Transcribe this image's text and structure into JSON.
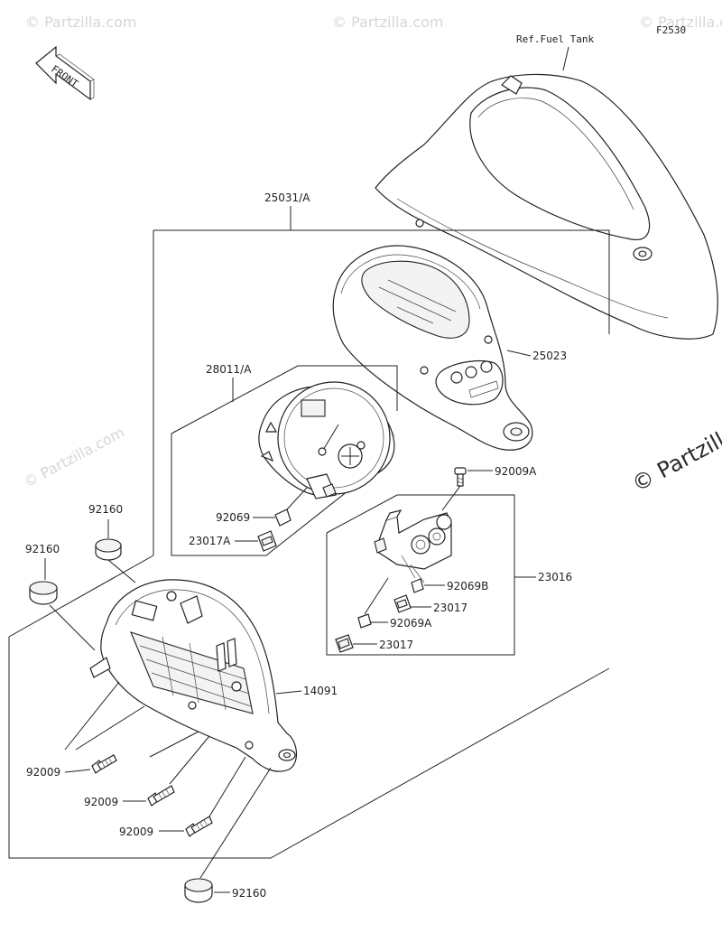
{
  "figure_code": "F2530",
  "front_label": "FRONT",
  "watermark": "© Partzilla.com",
  "watermark_right": "© Partzill",
  "labels": {
    "ref_fuel_tank": "Ref.Fuel Tank",
    "p25031a": "25031/A",
    "p25023": "25023",
    "p28011a": "28011/A",
    "p92009a": "92009A",
    "p92069": "92069",
    "p23017a": "23017A",
    "p23016": "23016",
    "p92069b": "92069B",
    "p23017_1": "23017",
    "p92069a": "92069A",
    "p23017_2": "23017",
    "p92160_top": "92160",
    "p92160_left": "92160",
    "p14091": "14091",
    "p92009_1": "92009",
    "p92009_2": "92009",
    "p92009_3": "92009",
    "p92160_bottom": "92160"
  }
}
